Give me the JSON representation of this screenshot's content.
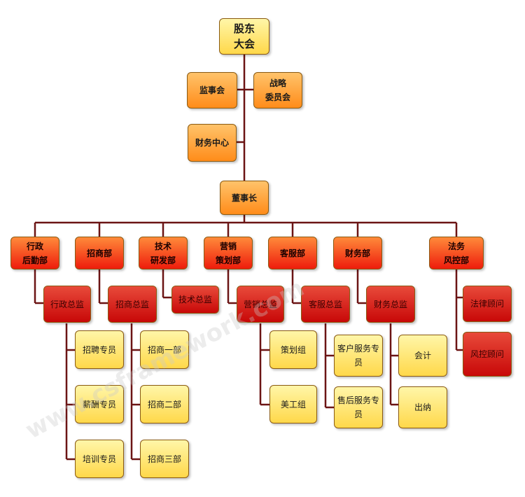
{
  "org": {
    "shareholders": "股东\n大会",
    "supervisory": "监事会",
    "strategy": "战略\n委员会",
    "finance_center": "财务中心",
    "chairman": "董事长",
    "departments": [
      {
        "name": "行政\n后勤部",
        "director": "行政总监"
      },
      {
        "name": "招商部",
        "director": "招商总监"
      },
      {
        "name": "技术\n研发部",
        "director": "技术总监"
      },
      {
        "name": "营销\n策划部",
        "director": "营销总监"
      },
      {
        "name": "客服部",
        "director": "客服总监"
      },
      {
        "name": "财务部",
        "director": "财务总监"
      },
      {
        "name": "法务\n风控部",
        "director": "法律顾问"
      }
    ],
    "admin_staff": [
      "招聘专员",
      "薪酬专员",
      "培训专员"
    ],
    "investment_staff": [
      "招商一部",
      "招商二部",
      "招商三部"
    ],
    "marketing_staff": [
      "策划组",
      "美工组"
    ],
    "service_staff": [
      "客户服务专\n员",
      "售后服务专\n员"
    ],
    "finance_staff": [
      "会计",
      "出纳"
    ],
    "legal_staff": [
      "风控顾问"
    ]
  },
  "watermark": "www.csframework.com"
}
